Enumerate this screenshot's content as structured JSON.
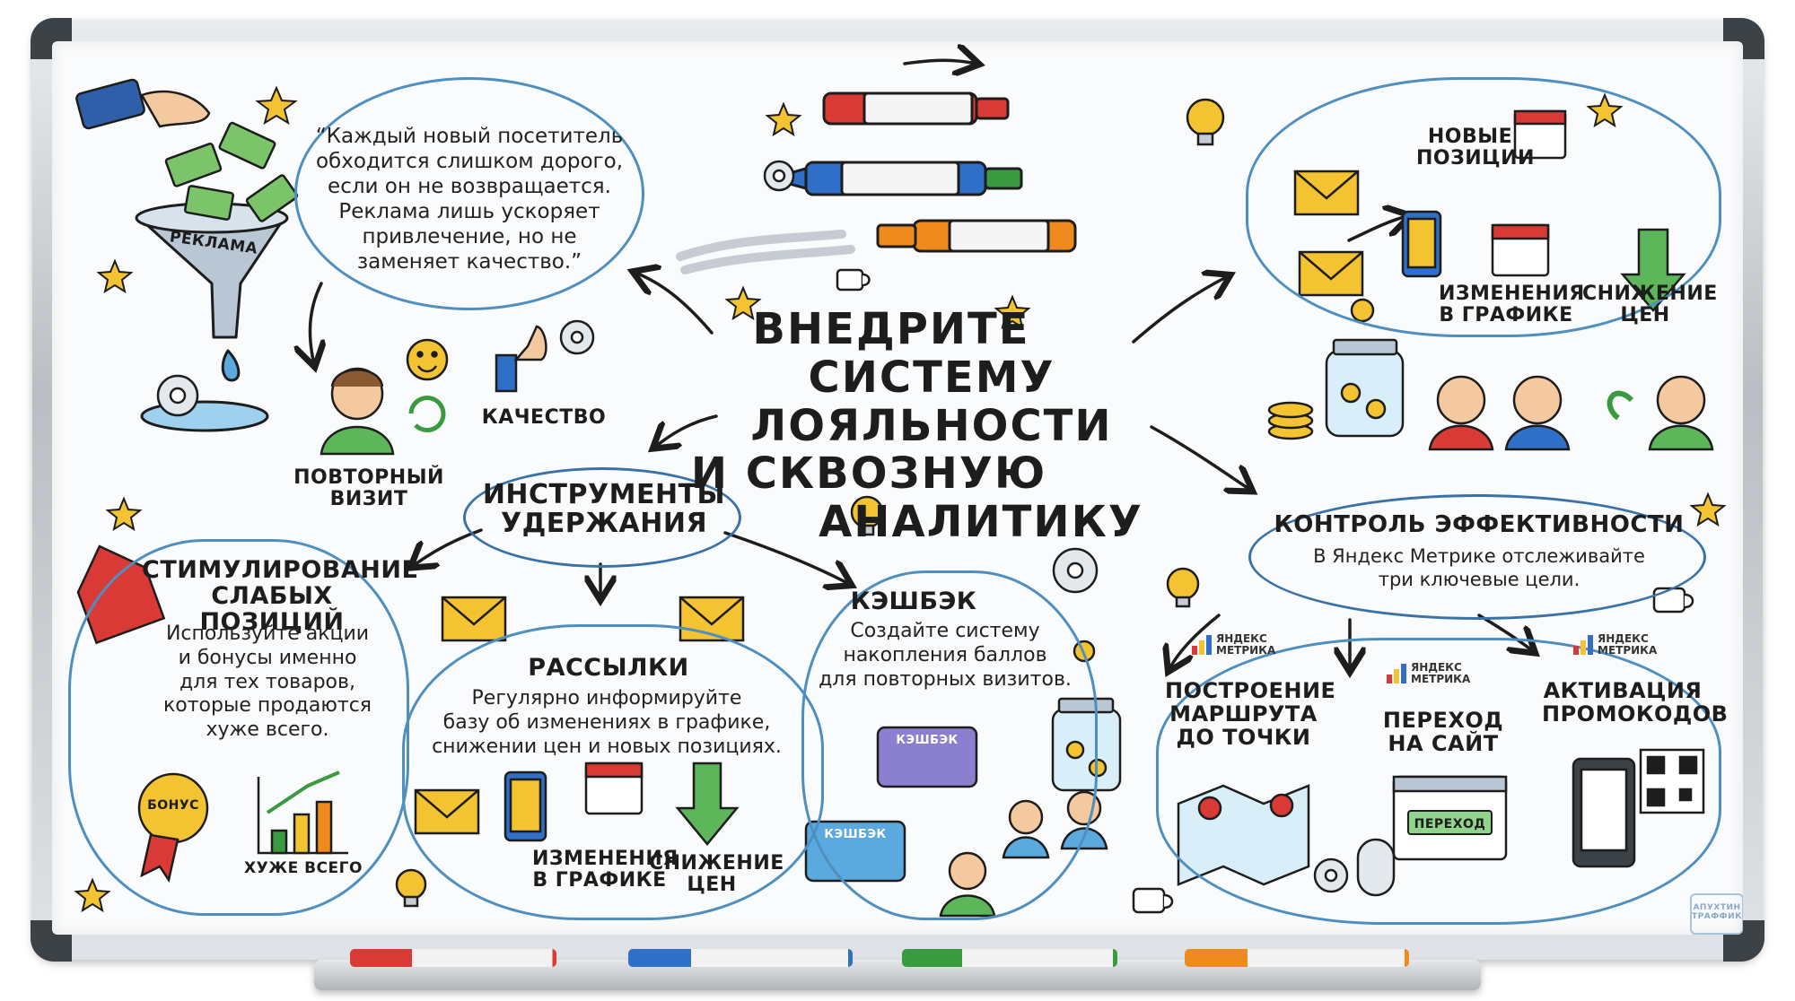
{
  "title": {
    "line1": "ВНЕДРИТЕ",
    "line2": "СИСТЕМУ ЛОЯЛЬНОСТИ",
    "line3": "И СКВОЗНУЮ",
    "line4": "АНАЛИТИКУ"
  },
  "quote": {
    "line1": "“Каждый новый посетитель",
    "line2": "обходится слишком дорого,",
    "line3": "если он не возвращается.",
    "line4": "Реклама лишь ускоряет",
    "line5": "привлечение, но не",
    "line6": "заменяет качество.”"
  },
  "ad_funnel": {
    "label": "РЕКЛАМА"
  },
  "quality": {
    "label": "КАЧЕСТВО"
  },
  "repeat_visit": {
    "line1": "ПОВТОРНЫЙ",
    "line2": "ВИЗИТ"
  },
  "retention": {
    "line1": "ИНСТРУМЕНТЫ",
    "line2": "УДЕРЖАНИЯ"
  },
  "weak_positions": {
    "title1": "СТИМУЛИРОВАНИЕ",
    "title2": "СЛАБЫХ ПОЗИЦИЙ",
    "text1": "Используйте акции",
    "text2": "и бонусы именно",
    "text3": "для тех товаров,",
    "text4": "которые продаются",
    "text5": "хуже всего.",
    "bonus_label": "БОНУС",
    "worst_label": "ХУЖЕ ВСЕГО"
  },
  "mailings": {
    "title": "РАССЫЛКИ",
    "text1": "Регулярно информируйте",
    "text2": "базу об изменениях в графике,",
    "text3": "снижении цен и новых позициях.",
    "schedule1": "ИЗМЕНЕНИЯ",
    "schedule2": "В ГРАФИКЕ",
    "price1": "СНИЖЕНИЕ",
    "price2": "ЦЕН"
  },
  "cashback": {
    "title": "КЭШБЭК",
    "text1": "Создайте систему",
    "text2": "накопления баллов",
    "text3": "для повторных визитов.",
    "card_label": "КЭШБЭК"
  },
  "top_right": {
    "new1": "НОВЫЕ",
    "new2": "ПОЗИЦИИ",
    "schedule1": "ИЗМЕНЕНИЯ",
    "schedule2": "В ГРАФИКЕ",
    "price1": "СНИЖЕНИЕ",
    "price2": "ЦЕН"
  },
  "efficiency": {
    "title": "КОНТРОЛЬ ЭФФЕКТИВНОСТИ",
    "text1": "В Яндекс Метрике отслеживайте",
    "text2": "три ключевые цели.",
    "metrika1": "ЯНДЕКС",
    "metrika2": "МЕТРИКА",
    "goal1_1": "ПОСТРОЕНИЕ",
    "goal1_2": "МАРШРУТА",
    "goal1_3": "ДО ТОЧКИ",
    "goal2_1": "ПЕРЕХОД",
    "goal2_2": "НА САЙТ",
    "goal2_button": "ПЕРЕХОД",
    "goal3_1": "АКТИВАЦИЯ",
    "goal3_2": "ПРОМОКОДОВ"
  },
  "watermark": {
    "line1": "АПУХТИН",
    "line2": "ТРАФФИК"
  },
  "colors": {
    "ink": "#1d1d1d",
    "cloud": "#4f8fc0",
    "red": "#d93a36",
    "blue": "#2f6fc8",
    "green": "#3a9a3f",
    "orange": "#ef8a1e",
    "yellow": "#f3c331"
  }
}
